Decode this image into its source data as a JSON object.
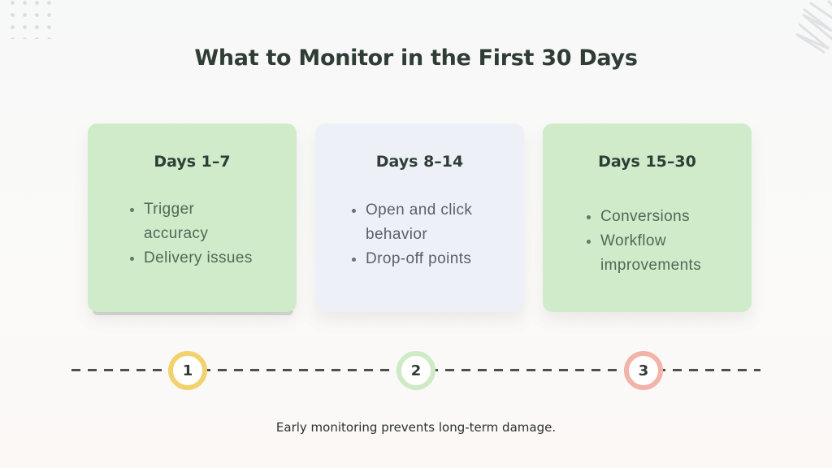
{
  "title": "What to Monitor in the First 30 Days",
  "colors": {
    "title_text": "#2f3d36",
    "card_green": "#cfebc9",
    "card_blue": "#edf1f7",
    "step1_ring": "#f1d26e",
    "step2_ring": "#cfeac6",
    "step3_ring": "#f2b3a8",
    "timeline_dash": "#4b4f4d"
  },
  "cards": [
    {
      "title": "Days 1–7",
      "items": [
        "Trigger accuracy",
        "Delivery issues"
      ]
    },
    {
      "title": "Days 8–14",
      "items": [
        "Open and click behavior",
        "Drop-off points"
      ]
    },
    {
      "title": "Days 15–30",
      "items": [
        "Conversions",
        "Workflow improvements"
      ]
    }
  ],
  "timeline": {
    "steps": [
      "1",
      "2",
      "3"
    ]
  },
  "footer": "Early monitoring prevents long-term damage.",
  "decorations": {
    "top_left": "dot-grid-icon",
    "top_right": "scribble-icon"
  }
}
